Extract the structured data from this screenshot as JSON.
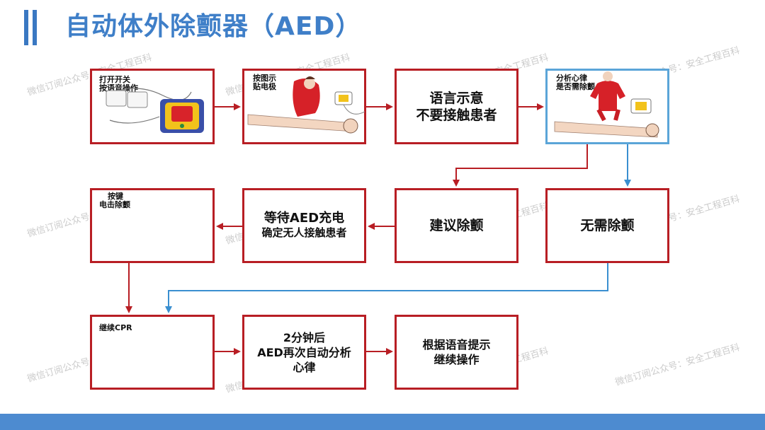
{
  "title": "自动体外除颤器（AED）",
  "watermark": "微信订阅公众号：安全工程百科",
  "colors": {
    "accent": "#3f7fc8",
    "box_border": "#b81e24",
    "blue_path": "#3a8fd0",
    "footer": "#4d8bd0"
  },
  "steps": {
    "s1": {
      "line1": "打开开关",
      "line2": "按语音操作"
    },
    "s2": {
      "line1": "按图示",
      "line2": "贴电极"
    },
    "s3": {
      "line1": "语言示意",
      "line2": "不要接触患者"
    },
    "s4": {
      "line1": "分析心律",
      "line2": "是否需除颤"
    },
    "s5": {
      "line1": "建议除颤"
    },
    "s6": {
      "line1": "无需除颤"
    },
    "s7": {
      "line1": "等待AED充电",
      "line2": "确定无人接触患者"
    },
    "s8": {
      "line1": "按键",
      "line2": "电击除颤"
    },
    "s9": {
      "line1": "继续CPR"
    },
    "s10": {
      "line1": "2分钟后",
      "line2": "AED再次自动分析",
      "line3": "心律"
    },
    "s11": {
      "line1": "根据语音提示",
      "line2": "继续操作"
    }
  }
}
